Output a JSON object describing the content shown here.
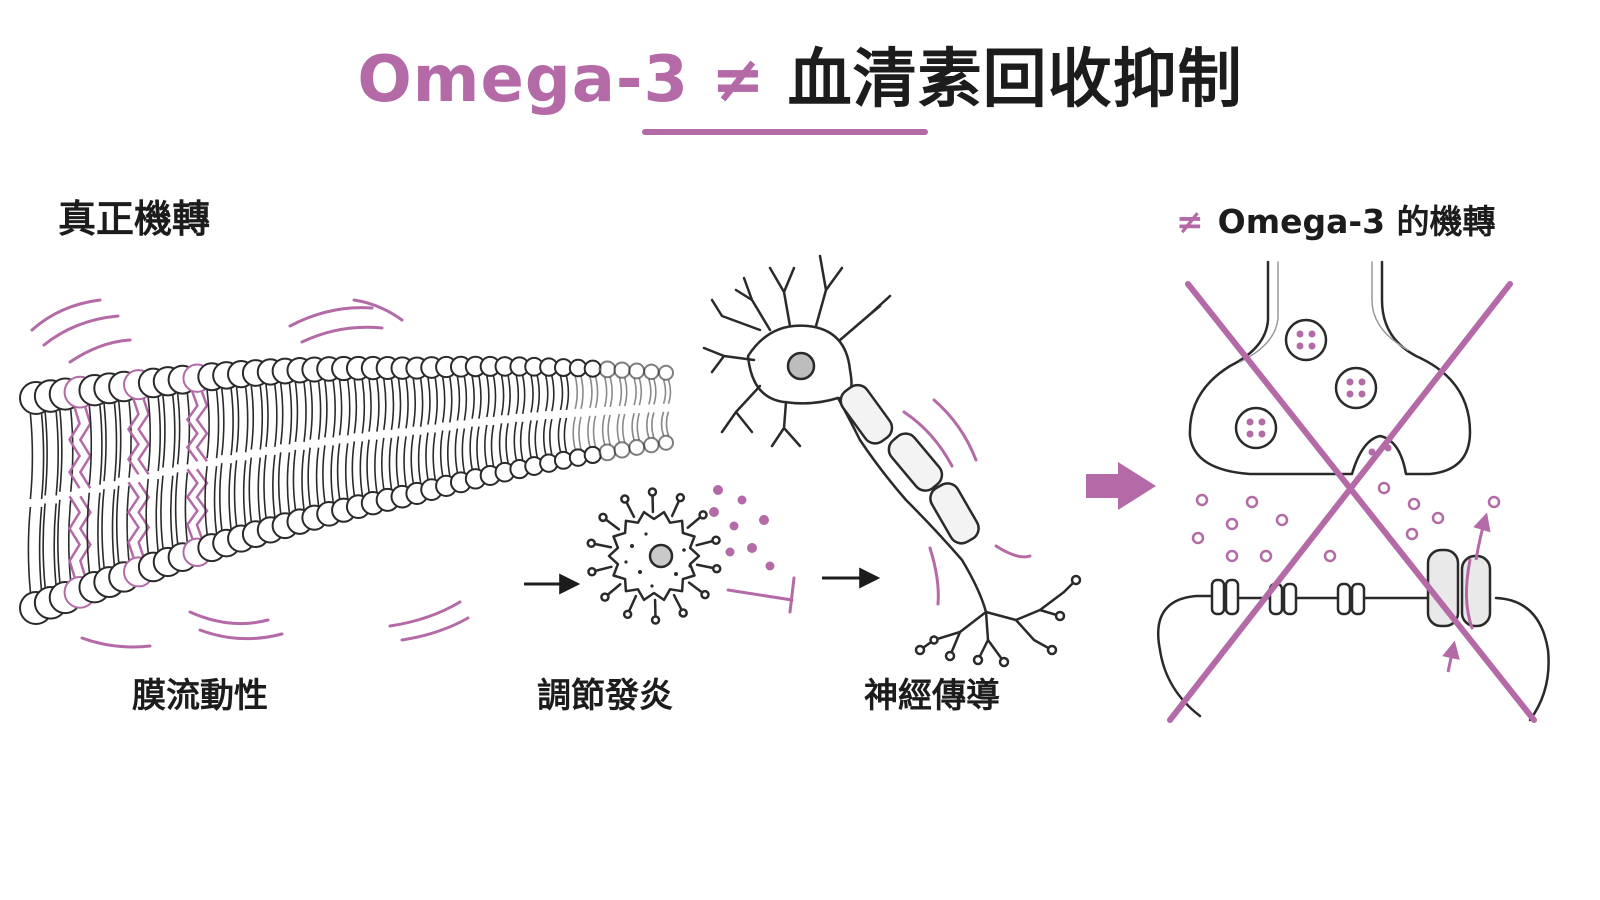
{
  "title": {
    "accent": "Omega-3",
    "neq": "≠",
    "main": "血清素回收抑制"
  },
  "left_heading": "真正機轉",
  "right_heading": {
    "neq": "≠",
    "text": "Omega-3 的機轉"
  },
  "captions": {
    "membrane": "膜流動性",
    "inflammation": "調節發炎",
    "neuro": "神經傳導"
  },
  "colors": {
    "accent": "#b36aa6",
    "line": "#2a2a2a"
  },
  "icons": [
    "lipid-bilayer-icon",
    "immune-cell-icon",
    "neuron-icon",
    "synapse-icon",
    "cross-out-icon"
  ]
}
